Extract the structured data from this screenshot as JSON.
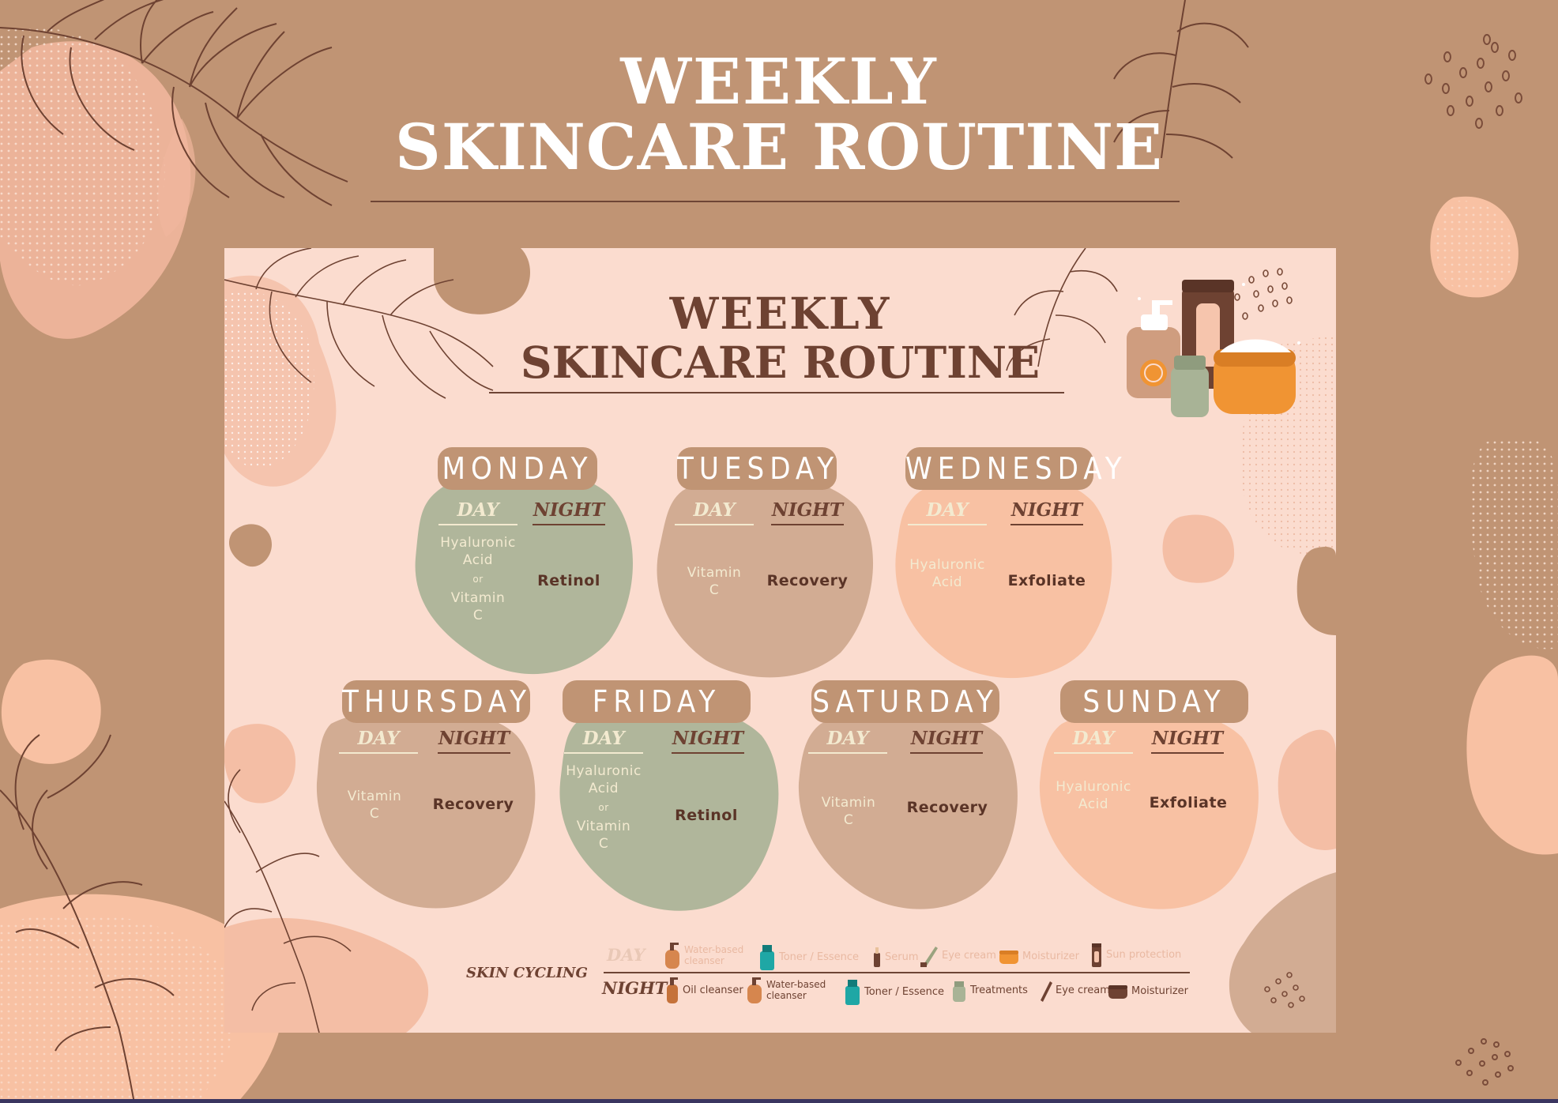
{
  "outer_title": {
    "line1": "WEEKLY",
    "line2": "SKINCARE ROUTINE"
  },
  "inner_title": {
    "line1": "WEEKLY",
    "line2": "SKINCARE ROUTINE"
  },
  "colors": {
    "background": "#c09474",
    "card": "#fbdccf",
    "sage": "#b0b69b",
    "taupe": "#d2ac93",
    "peach": "#f8c1a3",
    "dark_brown": "#6e4232"
  },
  "headers": {
    "day": "DAY",
    "night": "NIGHT"
  },
  "days": [
    {
      "name": "MONDAY",
      "color": "sage",
      "day_line1": "Hyaluronic",
      "day_line2": "Acid",
      "day_or": "or",
      "day_line3": "Vitamin",
      "day_line4": "C",
      "night": "Retinol"
    },
    {
      "name": "TUESDAY",
      "color": "taupe",
      "day_line1": "Vitamin",
      "day_line2": "C",
      "night": "Recovery"
    },
    {
      "name": "WEDNESDAY",
      "color": "peach",
      "day_line1": "Hyaluronic",
      "day_line2": "Acid",
      "night": "Exfoliate"
    },
    {
      "name": "THURSDAY",
      "color": "taupe",
      "day_line1": "Vitamin",
      "day_line2": "C",
      "night": "Recovery"
    },
    {
      "name": "FRIDAY",
      "color": "sage",
      "day_line1": "Hyaluronic",
      "day_line2": "Acid",
      "day_or": "or",
      "day_line3": "Vitamin",
      "day_line4": "C",
      "night": "Retinol"
    },
    {
      "name": "SATURDAY",
      "color": "taupe",
      "day_line1": "Vitamin",
      "day_line2": "C",
      "night": "Recovery"
    },
    {
      "name": "SUNDAY",
      "color": "peach",
      "day_line1": "Hyaluronic",
      "day_line2": "Acid",
      "night": "Exfoliate"
    }
  ],
  "skin_cycling": {
    "title": "SKIN CYCLING",
    "day_label": "DAY",
    "night_label": "NIGHT",
    "day_steps": [
      "Water-based cleanser",
      "Toner / Essence",
      "Serum",
      "Eye cream",
      "Moisturizer",
      "Sun protection"
    ],
    "night_steps": [
      "Oil cleanser",
      "Water-based cleanser",
      "Toner / Essence",
      "Treatments",
      "Eye cream",
      "Moisturizer"
    ]
  }
}
